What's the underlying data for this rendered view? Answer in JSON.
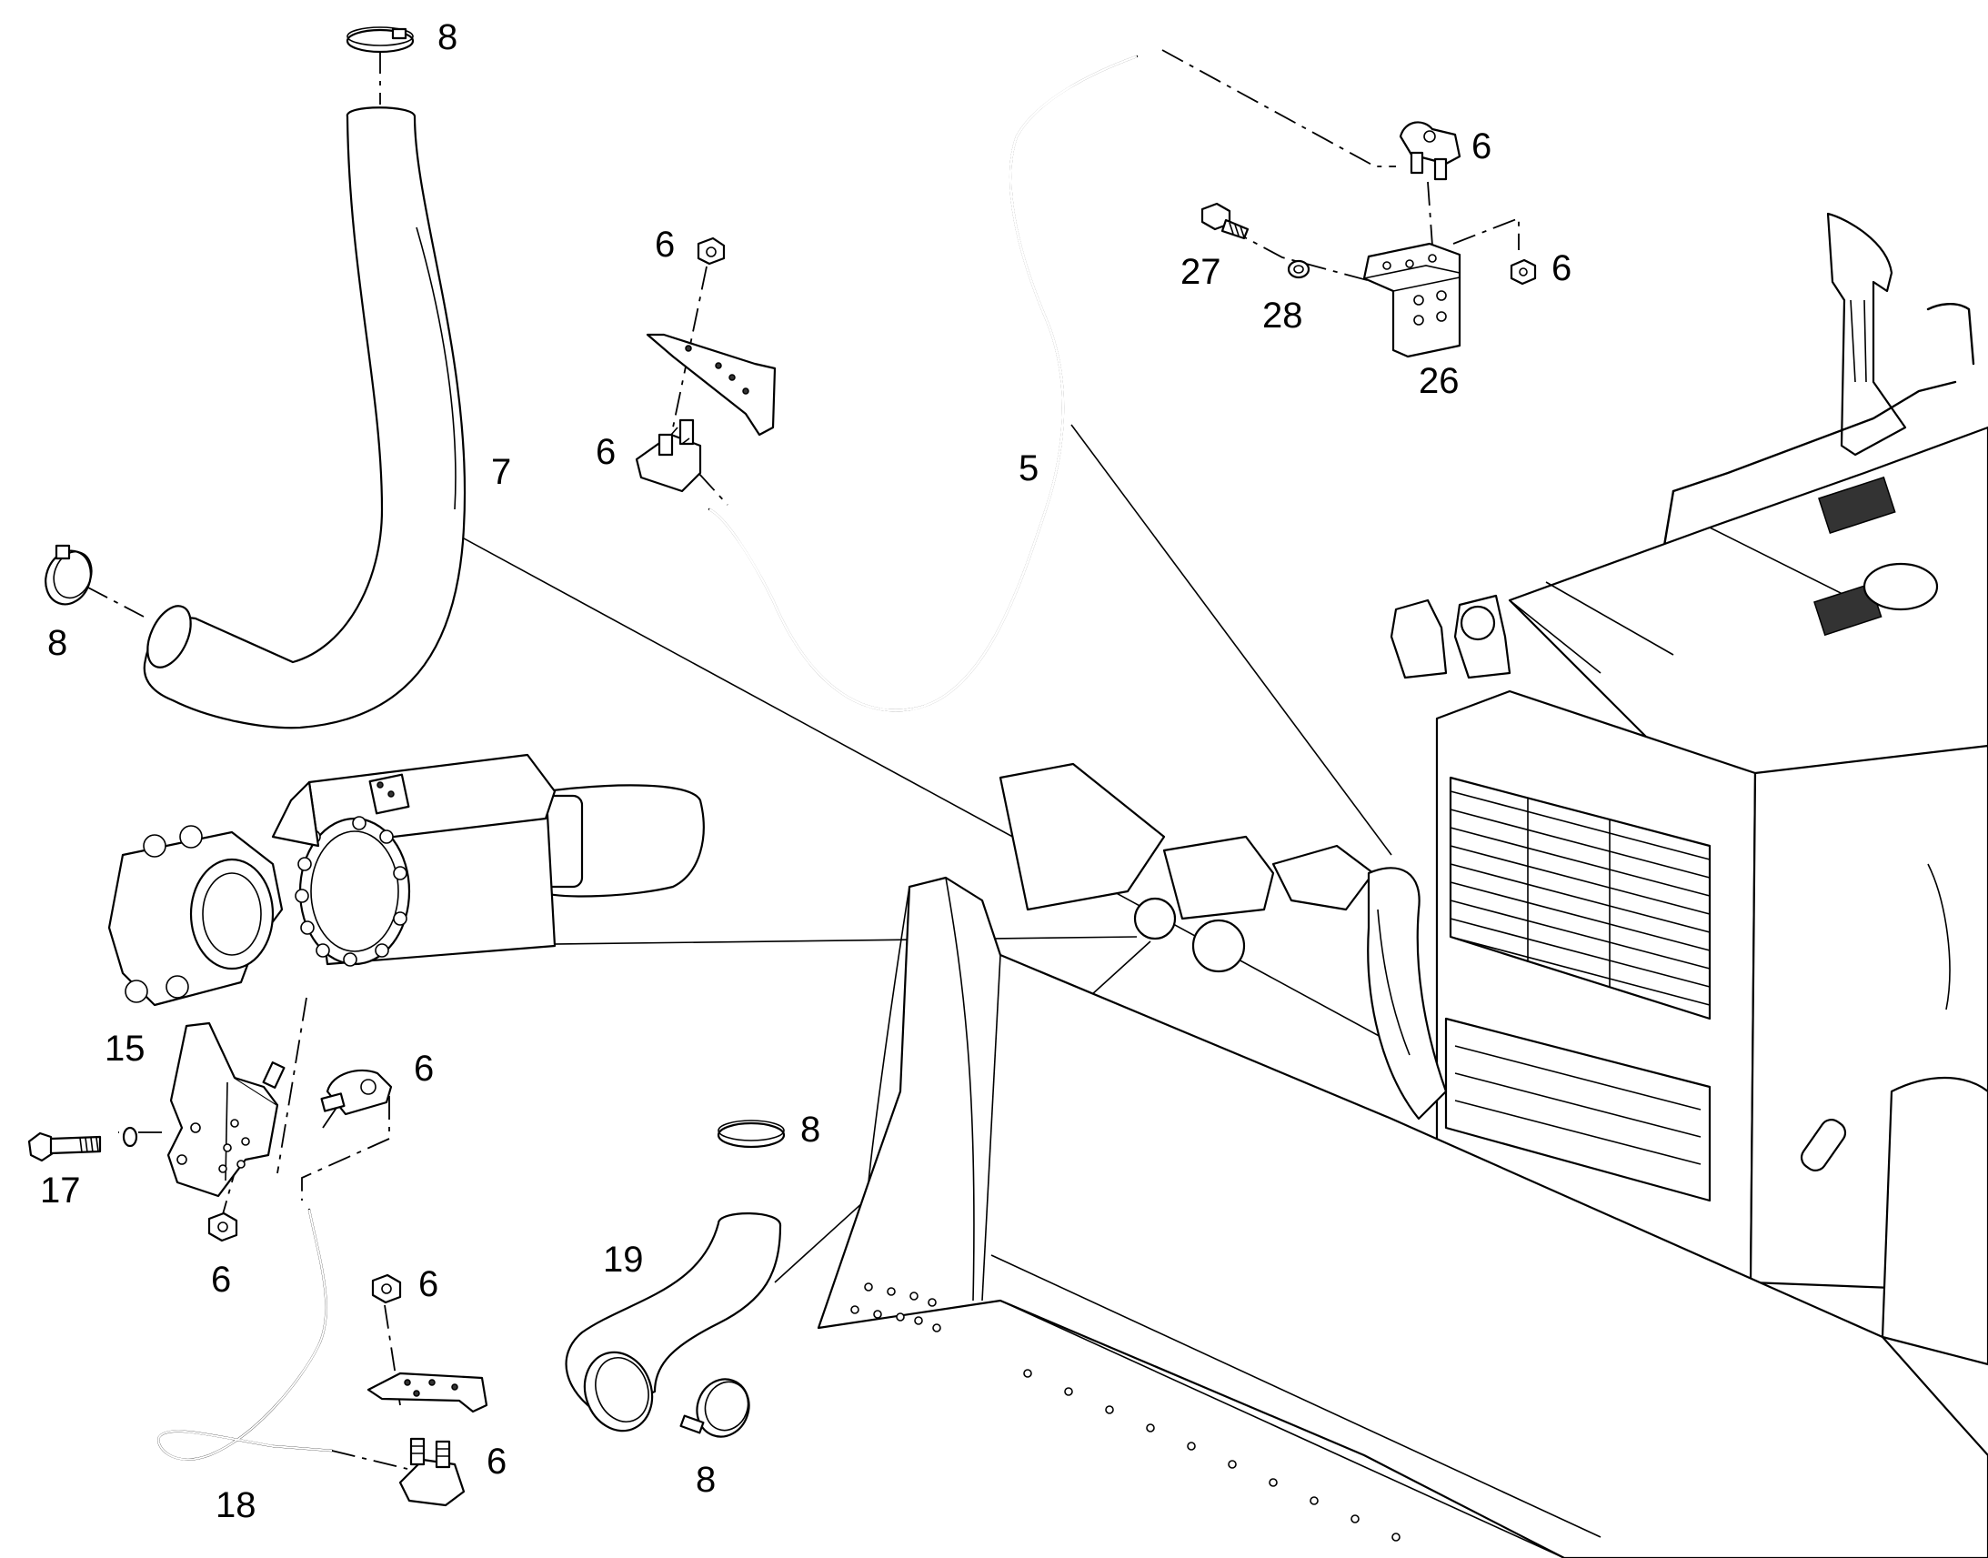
{
  "callouts": [
    {
      "id": "c8a",
      "text": "8"
    },
    {
      "id": "c7",
      "text": "7"
    },
    {
      "id": "c8b",
      "text": "8"
    },
    {
      "id": "c6a",
      "text": "6"
    },
    {
      "id": "c6b",
      "text": "6"
    },
    {
      "id": "c5",
      "text": "5"
    },
    {
      "id": "c6c",
      "text": "6"
    },
    {
      "id": "c27",
      "text": "27"
    },
    {
      "id": "c28",
      "text": "28"
    },
    {
      "id": "c6d",
      "text": "6"
    },
    {
      "id": "c26",
      "text": "26"
    },
    {
      "id": "c15",
      "text": "15"
    },
    {
      "id": "c6e",
      "text": "6"
    },
    {
      "id": "c17",
      "text": "17"
    },
    {
      "id": "c6f",
      "text": "6"
    },
    {
      "id": "c8c",
      "text": "8"
    },
    {
      "id": "c19",
      "text": "19"
    },
    {
      "id": "c6g",
      "text": "6"
    },
    {
      "id": "c6h",
      "text": "6"
    },
    {
      "id": "c18",
      "text": "18"
    },
    {
      "id": "c8d",
      "text": "8"
    }
  ]
}
